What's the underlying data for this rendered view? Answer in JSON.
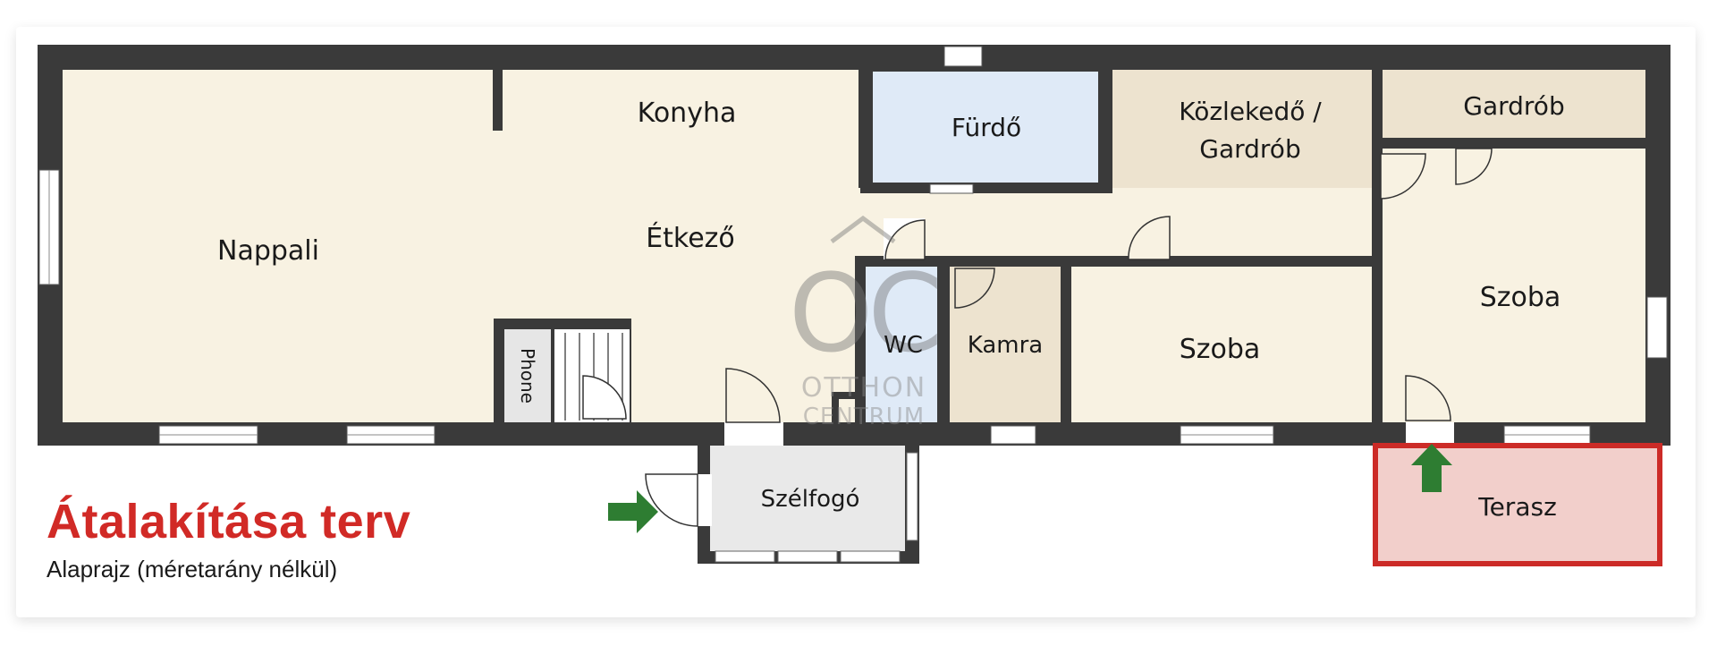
{
  "title": "Átalakítása terv",
  "subtitle": "Alaprajz (méretarány nélkül)",
  "rooms": {
    "nappali": "Nappali",
    "konyha": "Konyha",
    "etkezo": "Étkező",
    "furdo": "Fürdő",
    "kozlekedo_line1": "Közlekedő /",
    "kozlekedo_line2": "Gardrób",
    "gardrob": "Gardrób",
    "szoba_right": "Szoba",
    "szoba_mid": "Szoba",
    "wc": "WC",
    "kamra": "Kamra",
    "phone": "Phone",
    "szelfogo": "Szélfogó",
    "terasz": "Terasz"
  },
  "watermark": {
    "logo": "OC",
    "line1": "OTTHON",
    "line2": "CENTRUM"
  },
  "colors": {
    "wall": "#3a3a3a",
    "floor": "#f8f2e2",
    "bath": "#dfeaf7",
    "storage": "#ede3cf",
    "entry": "#e9e9e9",
    "terrace_fill": "#f2cfcb",
    "terrace_border": "#cc2b27",
    "arrow": "#2e7d32",
    "title": "#d12a26"
  }
}
